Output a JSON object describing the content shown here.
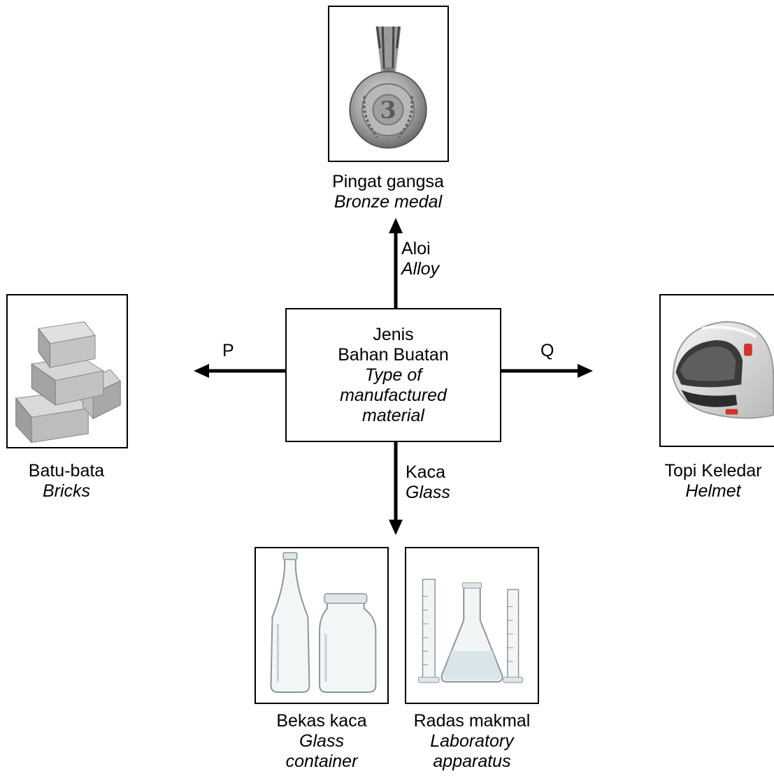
{
  "center": {
    "line1": "Jenis",
    "line2": "Bahan Buatan",
    "line3": "Type of",
    "line4": "manufactured",
    "line5": "material"
  },
  "arrows": {
    "up": {
      "ms": "Aloi",
      "en": "Alloy"
    },
    "down": {
      "ms": "Kaca",
      "en": "Glass"
    },
    "left": {
      "label": "P"
    },
    "right": {
      "label": "Q"
    }
  },
  "items": {
    "medal": {
      "ms": "Pingat gangsa",
      "en": "Bronze medal",
      "icon": "bronze-medal-icon"
    },
    "bricks": {
      "ms": "Batu-bata",
      "en": "Bricks",
      "icon": "bricks-icon"
    },
    "helmet": {
      "ms": "Topi Keledar",
      "en": "Helmet",
      "icon": "helmet-icon"
    },
    "glass_container": {
      "ms": "Bekas kaca",
      "en1": "Glass",
      "en2": "container",
      "icon": "glass-container-icon"
    },
    "lab_apparatus": {
      "ms": "Radas makmal",
      "en1": "Laboratory",
      "en2": "apparatus",
      "icon": "lab-apparatus-icon"
    }
  },
  "colors": {
    "line": "#000000",
    "medal": "#a8a8a8",
    "helmet": "#e6e6e6",
    "helmet_accent": "#d0342c",
    "brick": "#bdbdbd"
  }
}
